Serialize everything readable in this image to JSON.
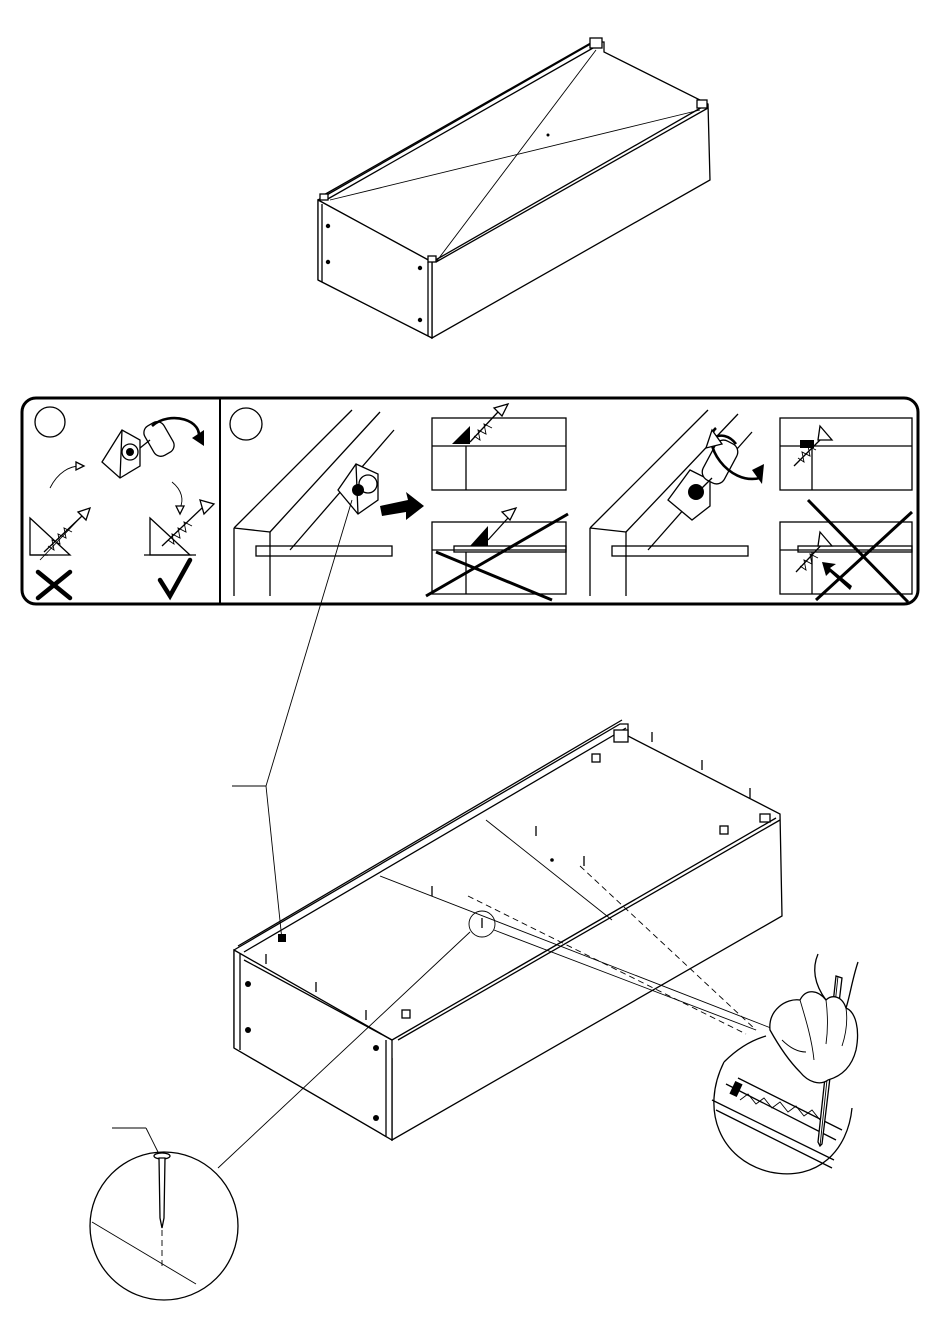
{
  "page": {
    "background": "#ffffff",
    "ink": "#000000"
  },
  "figures": {
    "top_cabinet": {
      "icon": "cabinet-carcass-top-view"
    },
    "instruction_panel": {
      "left_step": {
        "icon": "connector-screw-orientation",
        "bad_icon": "cross-icon",
        "good_icon": "check-icon"
      },
      "right_step": {
        "icon": "connector-insertion",
        "bad_icon": "cross-icon"
      }
    },
    "bottom_cabinet": {
      "icon": "cabinet-carcass-back-nailing"
    },
    "nail_detail": {
      "icon": "nail-icon"
    },
    "pencil_detail": {
      "icon": "hand-with-pencil-icon"
    }
  }
}
